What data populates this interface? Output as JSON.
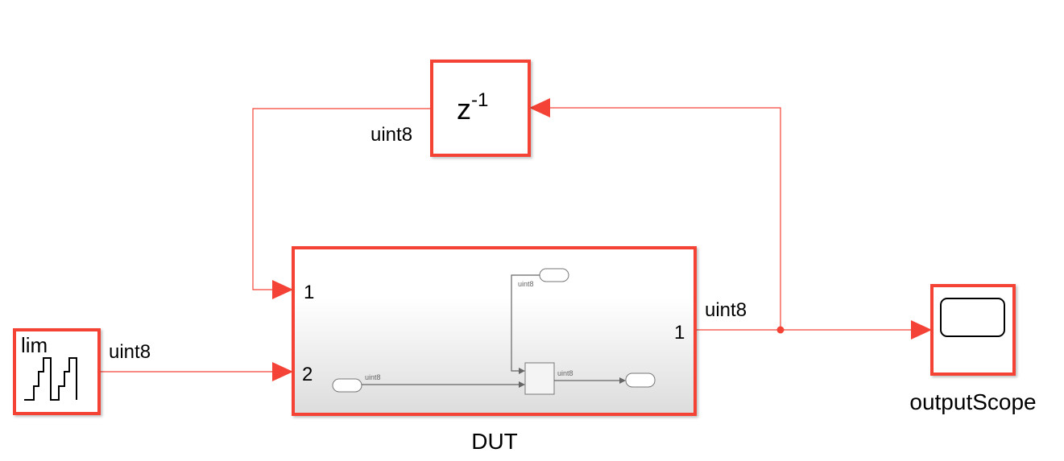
{
  "blocks": {
    "delay": {
      "label": "z",
      "exponent": "-1"
    },
    "source": {
      "label": "lim"
    },
    "dut": {
      "name": "DUT",
      "in1": "1",
      "in2": "2",
      "out1": "1",
      "inner": {
        "sig_top": "uint8",
        "sig_in": "uint8",
        "sig_out": "uint8"
      }
    },
    "scope": {
      "name": "outputScope"
    }
  },
  "signals": {
    "delay_out": "uint8",
    "source_out": "uint8",
    "dut_out": "uint8"
  },
  "colors": {
    "highlight": "#f44336",
    "inner_line": "#666666"
  }
}
